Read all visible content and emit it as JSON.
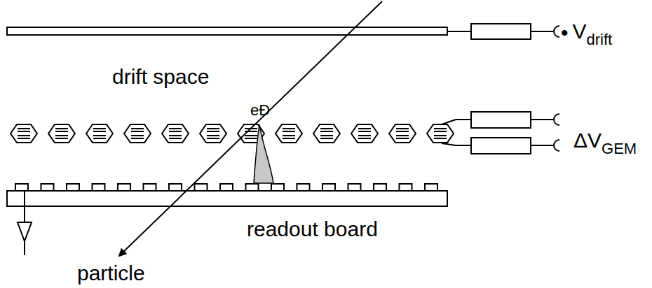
{
  "diagram": {
    "labels": [
      "•",
      "V",
      "drift",
      "drift space",
      "eÐ",
      "Δ",
      "V",
      "GEM",
      "readout board",
      "particle"
    ]
  }
}
